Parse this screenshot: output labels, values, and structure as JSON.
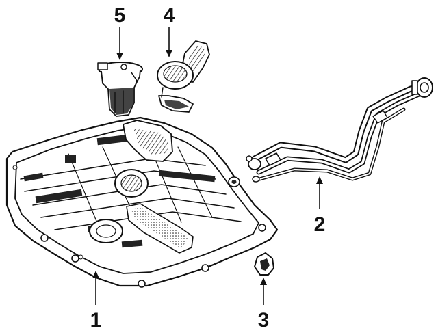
{
  "callouts": [
    {
      "id": "1",
      "label": "1",
      "part": "fuel-tank"
    },
    {
      "id": "2",
      "label": "2",
      "part": "filler-neck"
    },
    {
      "id": "3",
      "label": "3",
      "part": "grommet"
    },
    {
      "id": "4",
      "label": "4",
      "part": "fuel-gauge-sender"
    },
    {
      "id": "5",
      "label": "5",
      "part": "fuel-pump"
    }
  ],
  "colors": {
    "ink": "#111111",
    "background": "#ffffff"
  }
}
